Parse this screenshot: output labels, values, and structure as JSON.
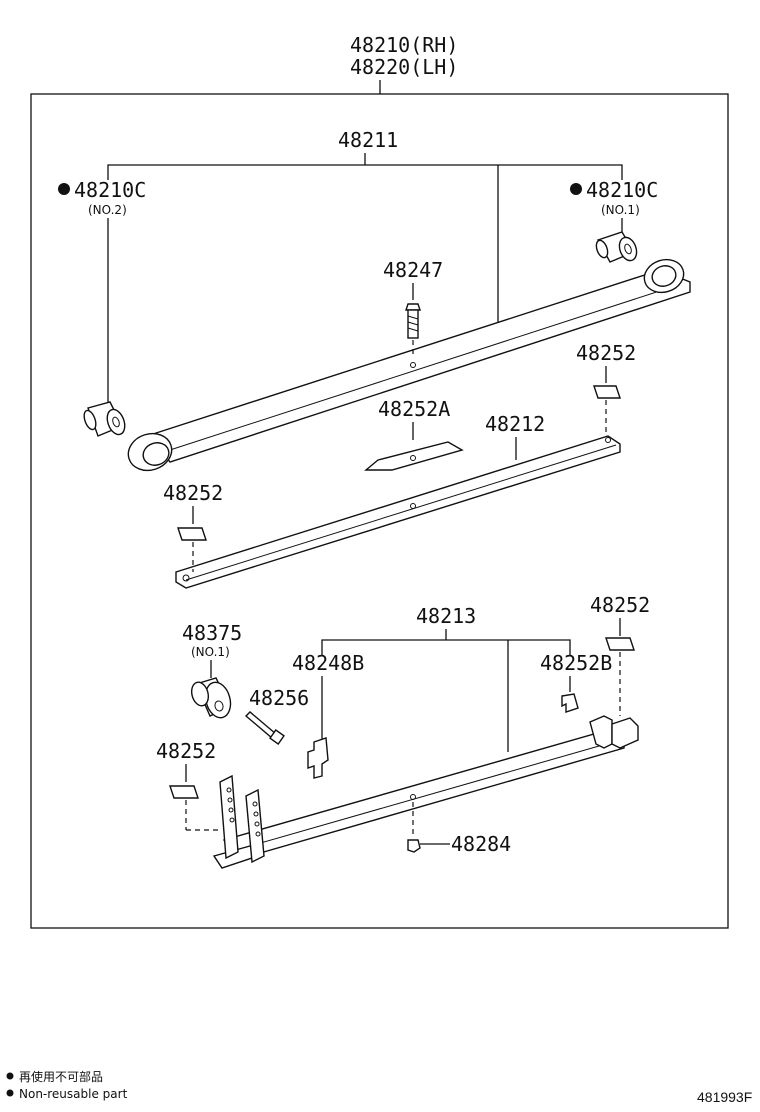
{
  "header": {
    "line1": "48210(RH)",
    "line2": "48220(LH)"
  },
  "labels": {
    "l48211": "48211",
    "l48210c_left": "48210C",
    "l48210c_left_sub": "(NO.2)",
    "l48210c_right": "48210C",
    "l48210c_right_sub": "(NO.1)",
    "l48247": "48247",
    "l48252_a": "48252",
    "l48252a": "48252A",
    "l48212": "48212",
    "l48252_b": "48252",
    "l48213": "48213",
    "l48252_c": "48252",
    "l48375": "48375",
    "l48375_sub": "(NO.1)",
    "l48248b": "48248B",
    "l48252b": "48252B",
    "l48256": "48256",
    "l48252_d": "48252",
    "l48284": "48284"
  },
  "legend": {
    "line1": "再使用不可部品",
    "line2": "Non-reusable part"
  },
  "figure_code": "481993F"
}
